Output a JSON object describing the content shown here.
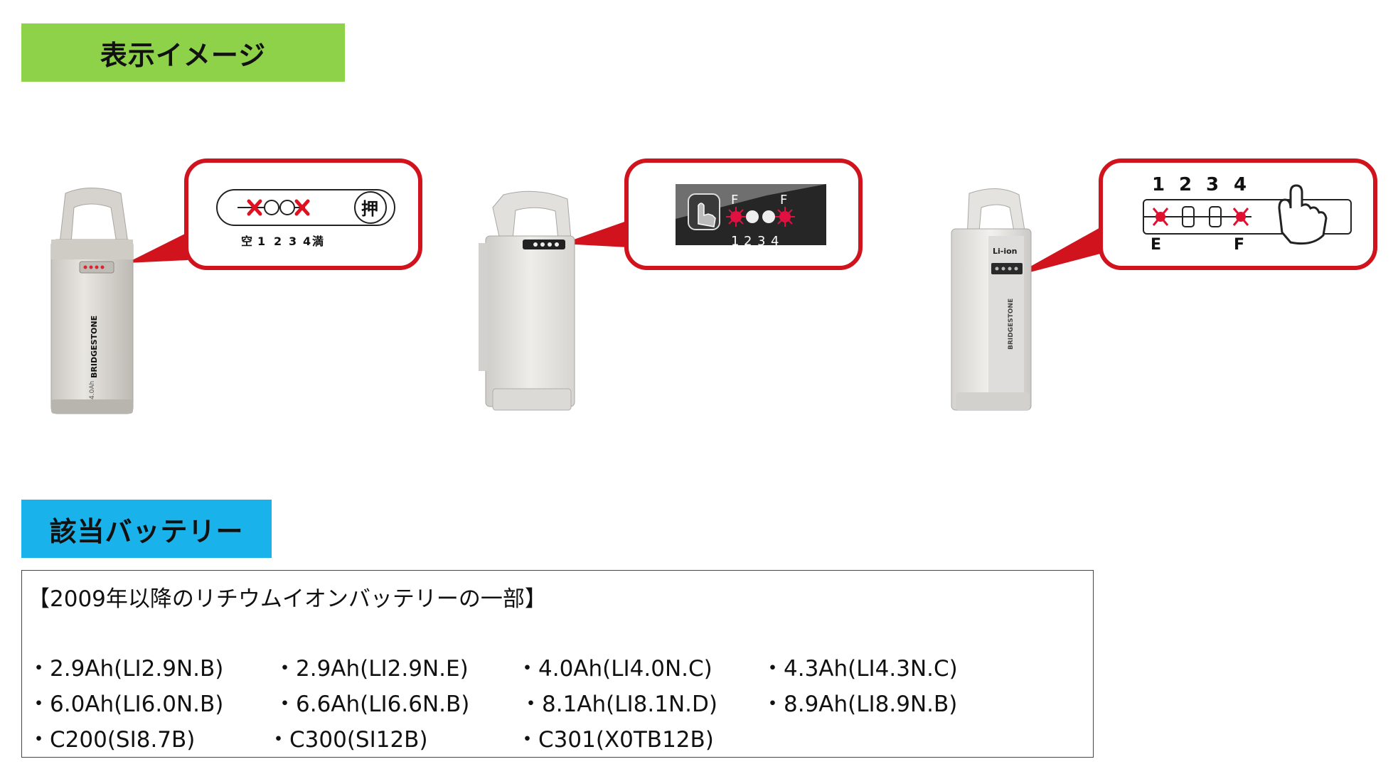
{
  "section_display": {
    "title": "表示イメージ"
  },
  "section_batteries": {
    "title": "該当バッテリー"
  },
  "callout1": {
    "press_label": "押",
    "empty_label": "空",
    "full_label": "満",
    "numbers": [
      "1",
      "2",
      "3",
      "4"
    ]
  },
  "callout2": {
    "f_label": "F",
    "numbers": [
      "1",
      "2",
      "3",
      "4"
    ]
  },
  "callout3": {
    "numbers": [
      "1",
      "2",
      "3",
      "4"
    ],
    "e_label": "E",
    "f_label": "F"
  },
  "battery1": {
    "brand": "BRIDGESTONE",
    "capacity": "4.0Ah"
  },
  "battery3": {
    "label": "Li-ion",
    "brand": "BRIDGESTONE"
  },
  "battery_list": {
    "title": "【2009年以降のリチウムイオンバッテリーの一部】",
    "rows": [
      [
        "・2.9Ah(LI2.9N.B)",
        "・2.9Ah(LI2.9N.E)",
        "・4.0Ah(LI4.0N.C)",
        "・4.3Ah(LI4.3N.C)"
      ],
      [
        "・6.0Ah(LI6.0N.B)",
        "・6.6Ah(LI6.6N.B)",
        "・8.1Ah(LI8.1N.D)",
        "・8.9Ah(LI8.9N.B)"
      ],
      [
        "・C200(SI8.7B)",
        "・C300(SI12B)",
        "・C301(X0TB12B)"
      ]
    ]
  },
  "colors": {
    "header_green": "#8ed24a",
    "header_blue": "#1ab2ea",
    "callout_red": "#d0131c"
  }
}
